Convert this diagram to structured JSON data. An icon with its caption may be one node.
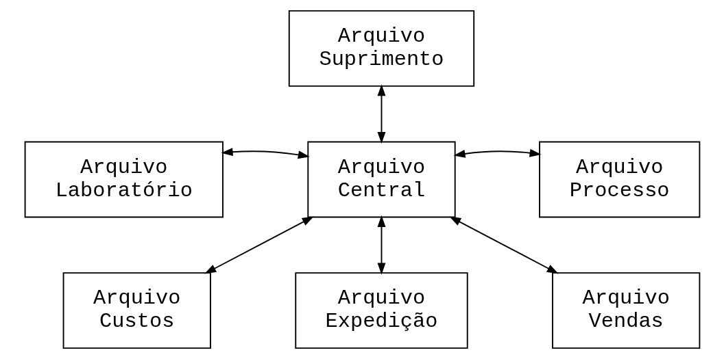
{
  "diagram": {
    "nodes": [
      {
        "text": [
          "Arquivo Suprimento"
        ]
      },
      {
        "text": [
          "Arquivo Laboratório"
        ]
      },
      {
        "text": [
          "Arquivo Central"
        ]
      },
      {
        "text": [
          "Arquivo Processo"
        ]
      },
      {
        "text": [
          "Arquivo Custos"
        ]
      },
      {
        "text": [
          "Arquivo Expedição"
        ]
      },
      {
        "text": [
          "Arquivo Vendas"
        ]
      }
    ],
    "edges": [
      {
        "from": 0,
        "to": 2,
        "arrow": "both"
      },
      {
        "from": 1,
        "to": 2,
        "arrow": "both"
      },
      {
        "from": 2,
        "to": 3,
        "arrow": "both"
      },
      {
        "from": 2,
        "to": 4,
        "arrow": "both"
      },
      {
        "from": 2,
        "to": 5,
        "arrow": "both"
      },
      {
        "from": 2,
        "to": 6,
        "arrow": "both"
      }
    ]
  }
}
